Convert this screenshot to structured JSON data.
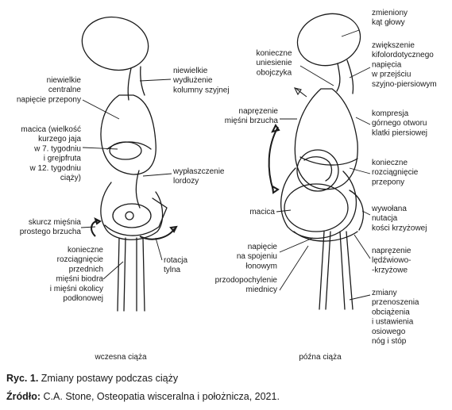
{
  "figure": {
    "panels": {
      "early": "wczesna ciąża",
      "late": "późna ciąża"
    },
    "labels_left": {
      "diaphragm": [
        "niewielkie",
        "centralne",
        "napięcie przepony"
      ],
      "neck": [
        "niewielkie",
        "wydłużenie",
        "kolumny szyjnej"
      ],
      "uterus": [
        "macica (wielkość",
        "kurzego jaja",
        "w 7. tygodniu",
        "i grejpfruta",
        "w 12. tygodniu",
        "ciąży)"
      ],
      "lordosis": [
        "wypłaszczenie",
        "lordozy"
      ],
      "rectus": [
        "skurcz mięśnia",
        "prostego brzucha"
      ],
      "stretch": [
        "konieczne",
        "rozciągnięcie",
        "przednich",
        "mięśni biodra",
        "i mięśni okolicy",
        "podłonowej"
      ],
      "rotation": [
        "rotacja",
        "tylna"
      ]
    },
    "labels_right": {
      "head": [
        "zmieniony",
        "kąt głowy"
      ],
      "clavicle": [
        "konieczne",
        "uniesienie",
        "obojczyka"
      ],
      "kypho": [
        "zwiększenie",
        "kifolordotycznego",
        "napięcia",
        "w przejściu",
        "szyjno-piersiowym"
      ],
      "abdominal": [
        "napręzenie",
        "mięśni brzucha"
      ],
      "thorax": [
        "kompresja",
        "górnego otworu",
        "klatki piersiowej"
      ],
      "diaphragm": [
        "konieczne",
        "rozciągnięcie",
        "przepony"
      ],
      "uterus": [
        "macica"
      ],
      "nutation": [
        "wywołana",
        "nutacja",
        "kości krzyżowej"
      ],
      "symphysis": [
        "napięcie",
        "na spojeniu",
        "łonowym"
      ],
      "lumbosacral": [
        "napręzenie",
        "lędźwiowo-",
        "-krzyżowe"
      ],
      "pelvis": [
        "przodopochylenie",
        "miednicy"
      ],
      "weight": [
        "zmiany",
        "przenoszenia",
        "obciążenia",
        "i ustawienia",
        "osiowego",
        "nóg i stóp"
      ]
    }
  },
  "caption": {
    "label": "Ryc. 1.",
    "title": "Zmiany postawy podczas ciąży",
    "source_label": "Źródło:",
    "source_text": "C.A. Stone, Osteopatia wisceralna i położnicza, 2021."
  }
}
